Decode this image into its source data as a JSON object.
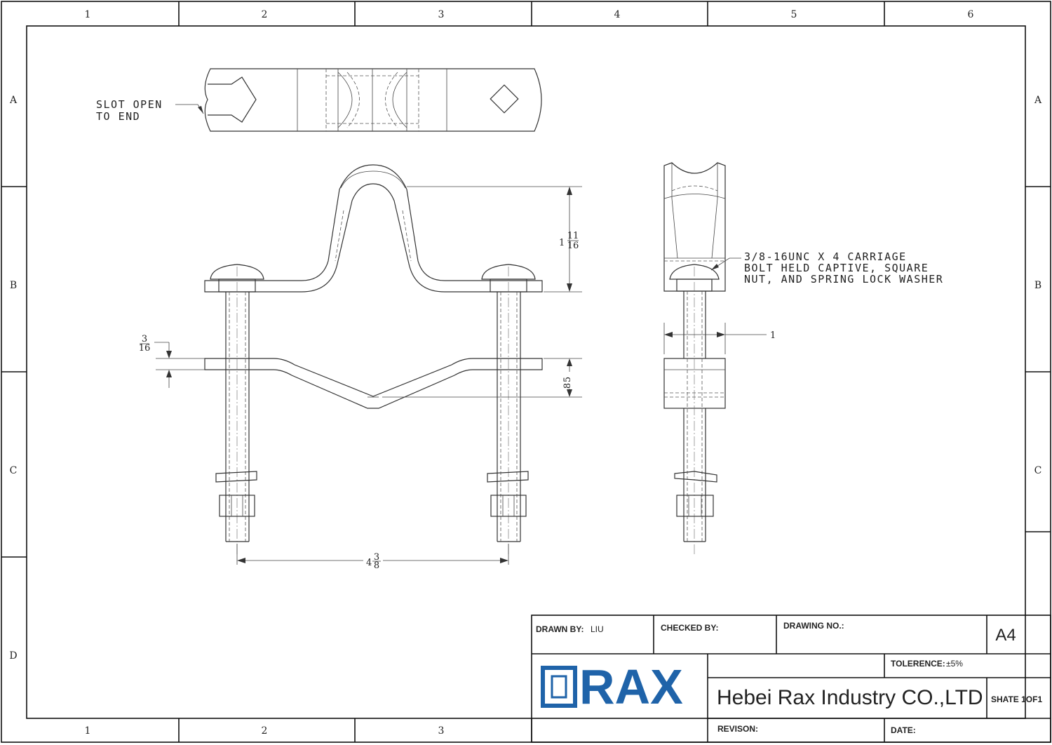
{
  "grid": {
    "columns": [
      "1",
      "2",
      "3",
      "4",
      "5",
      "6"
    ],
    "bottom_columns": [
      "1",
      "2",
      "3"
    ],
    "rows": [
      "A",
      "B",
      "C",
      "D"
    ]
  },
  "notes": {
    "slot": [
      "SLOT OPEN",
      "TO END"
    ],
    "bolt": [
      "3/8-16UNC X 4 CARRIAGE",
      "BOLT HELD CAPTIVE, SQUARE",
      "NUT, AND SPRING LOCK WASHER"
    ]
  },
  "dimensions": {
    "height_whole": "1",
    "height_num": "11",
    "height_den": "16",
    "thick_num": "3",
    "thick_den": "16",
    "drop_num": "5",
    "drop_den": "8",
    "width_whole": "4",
    "width_num": "3",
    "width_den": "8",
    "side_width": "1"
  },
  "title_block": {
    "drawn_by_label": "DRAWN BY:",
    "drawn_by_value": "LIU",
    "checked_by_label": "CHECKED BY:",
    "drawing_no_label": "DRAWING NO.:",
    "sheet_size": "A4",
    "tolerance_label": "TOLERENCE:",
    "tolerance_value": "±5%",
    "company": "Hebei Rax Industry CO.,LTD",
    "sheet": "SHATE 1OF1",
    "revision_label": "REVISON:",
    "date_label": "DATE:"
  },
  "logo": {
    "text": "RAX",
    "color": "#1f63a9"
  }
}
